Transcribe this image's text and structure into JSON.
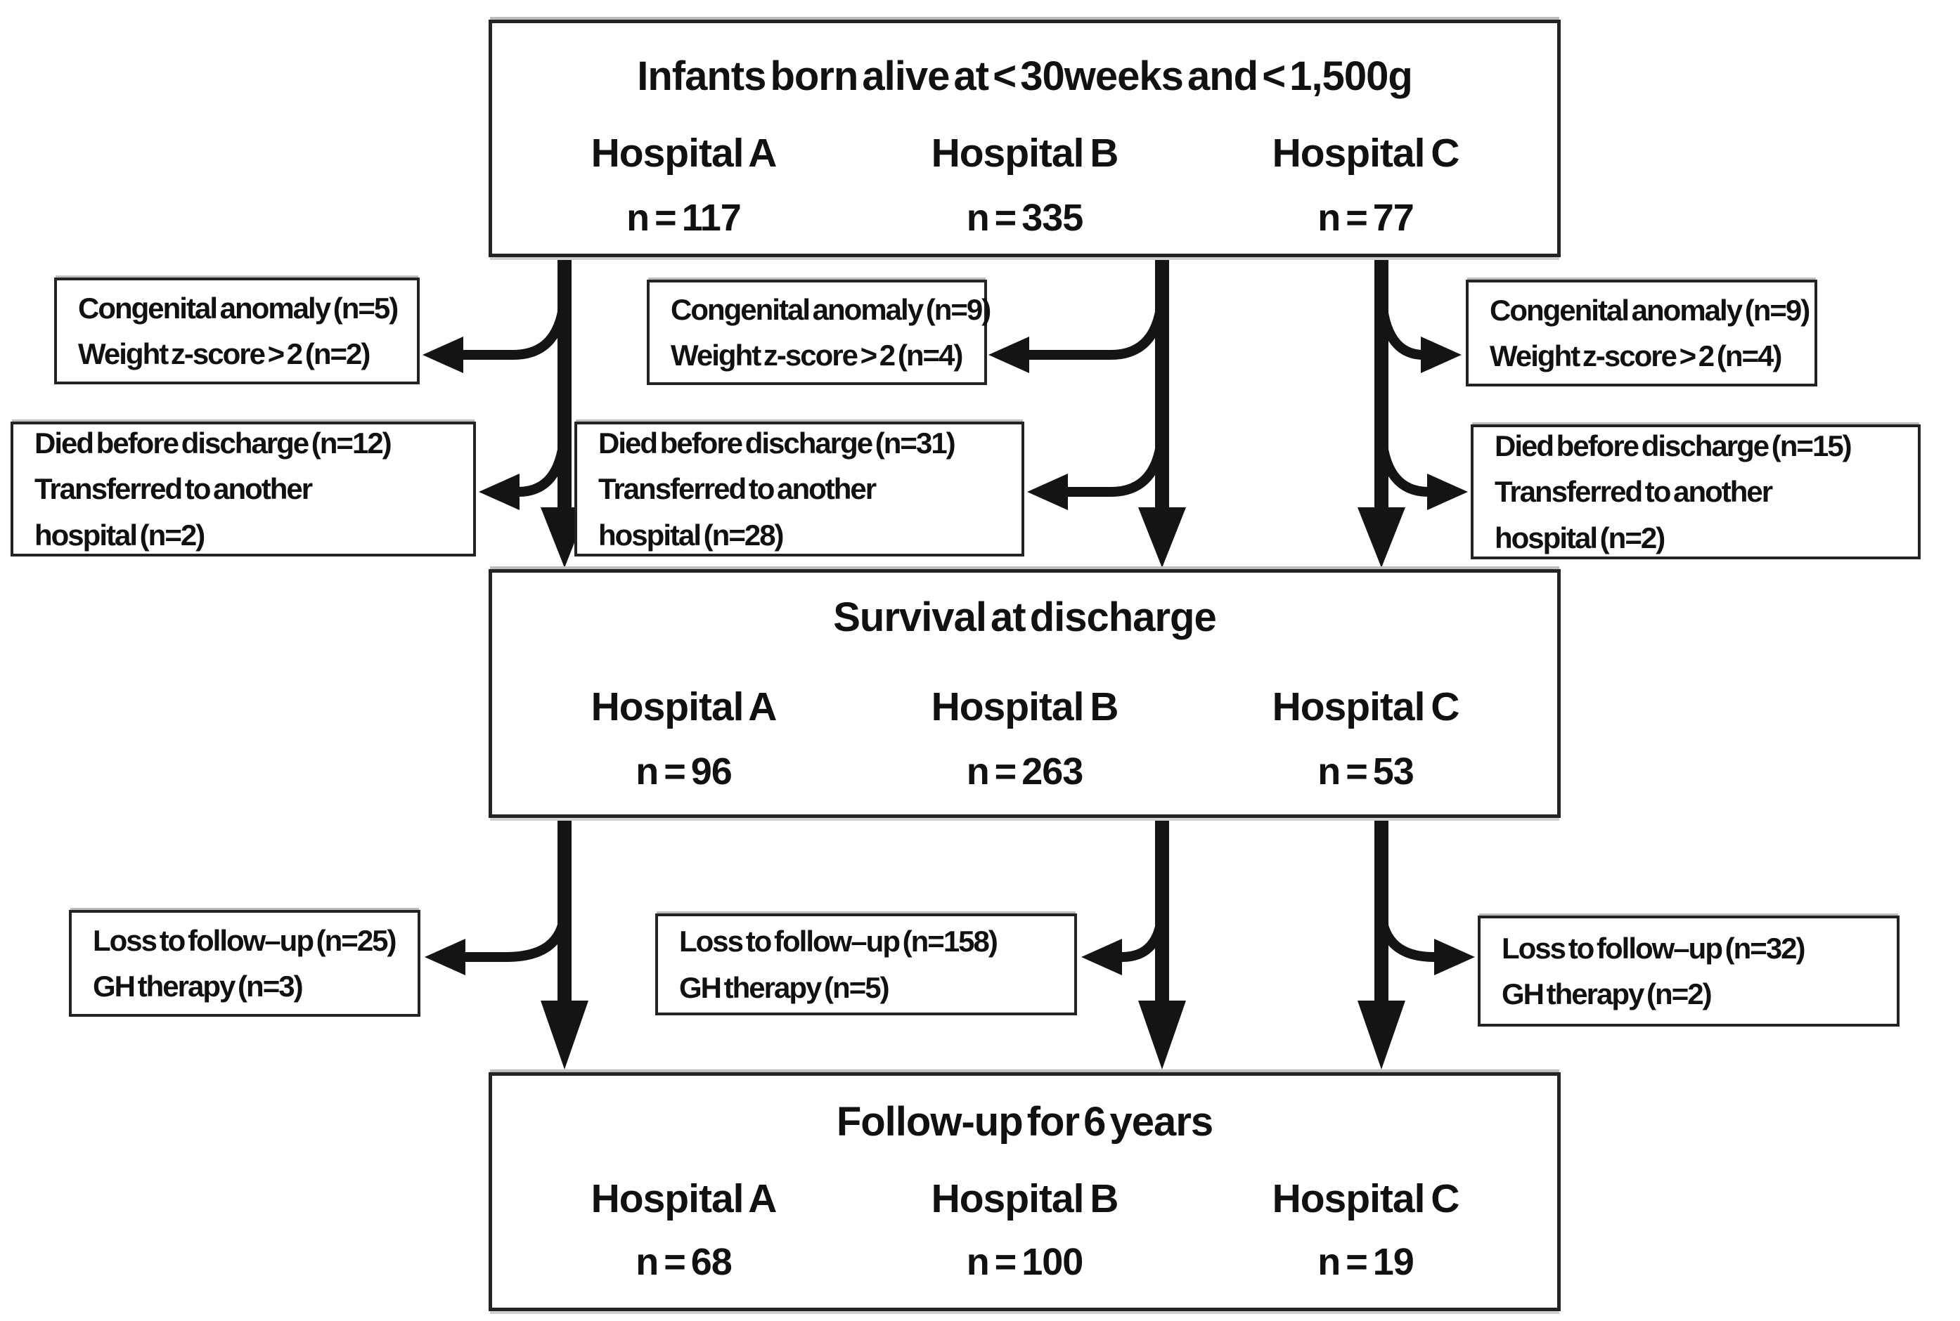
{
  "theme": {
    "ink": "#111111",
    "line": "#141414",
    "border": "#232323",
    "shadow": "#bdbdbd",
    "bg": "#ffffff"
  },
  "top_box": {
    "title": "Infants born alive at < 30weeks and < 1,500g",
    "hospitals": [
      {
        "name": "Hospital A",
        "n": "n = 117"
      },
      {
        "name": "Hospital B",
        "n": "n = 335"
      },
      {
        "name": "Hospital C",
        "n": "n = 77"
      }
    ]
  },
  "middle_box": {
    "title": "Survival at discharge",
    "hospitals": [
      {
        "name": "Hospital A",
        "n": "n = 96"
      },
      {
        "name": "Hospital B",
        "n": "n = 263"
      },
      {
        "name": "Hospital C",
        "n": "n = 53"
      }
    ]
  },
  "bottom_box": {
    "title": "Follow-up for 6 years",
    "hospitals": [
      {
        "name": "Hospital A",
        "n": "n = 68"
      },
      {
        "name": "Hospital B",
        "n": "n = 100"
      },
      {
        "name": "Hospital C",
        "n": "n = 19"
      }
    ]
  },
  "stage1_exclusions": [
    {
      "lines": [
        "Congenital anomaly (n=5)",
        "Weight z-score > 2 (n=2)"
      ]
    },
    {
      "lines": [
        "Congenital anomaly (n=9)",
        "Weight z-score > 2 (n=4)"
      ]
    },
    {
      "lines": [
        "Congenital anomaly (n=9)",
        "Weight z-score > 2 (n=4)"
      ]
    }
  ],
  "stage2_exclusions": [
    {
      "lines": [
        "Died before discharge (n=12)",
        "Transferred to another",
        "hospital (n=2)"
      ]
    },
    {
      "lines": [
        "Died before discharge (n=31)",
        "Transferred to another",
        "hospital (n=28)"
      ]
    },
    {
      "lines": [
        "Died before discharge (n=15)",
        "Transferred to another",
        "hospital (n=2)"
      ]
    }
  ],
  "stage3_exclusions": [
    {
      "lines": [
        "Loss to follow–up (n=25)",
        "GH therapy (n=3)"
      ]
    },
    {
      "lines": [
        "Loss to follow–up (n=158)",
        "GH therapy (n=5)"
      ]
    },
    {
      "lines": [
        "Loss to follow–up (n=32)",
        "GH therapy (n=2)"
      ]
    }
  ]
}
